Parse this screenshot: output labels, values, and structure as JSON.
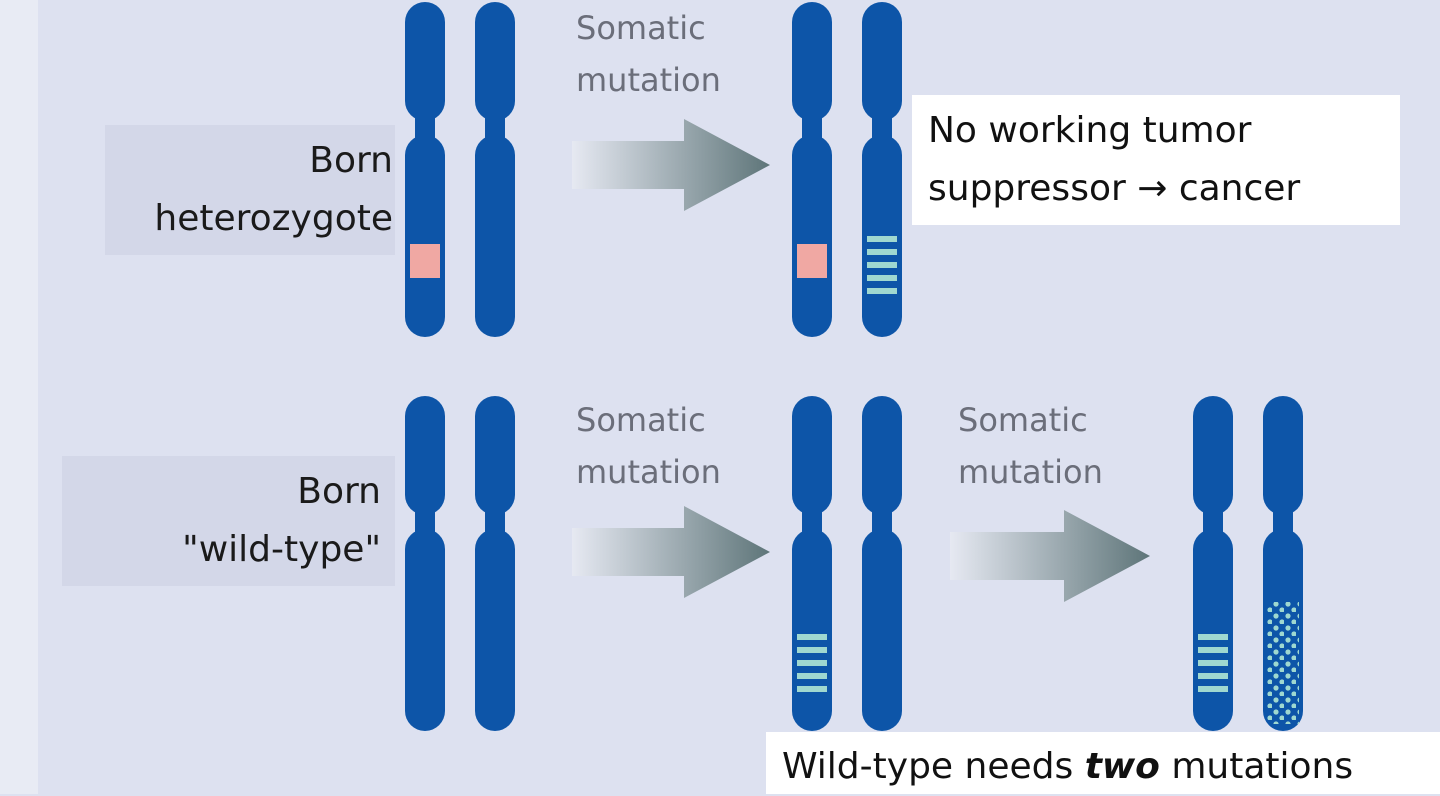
{
  "colors": {
    "background": "#dde1f0",
    "chromosome": "#0d55a8",
    "inherited_mutation": "#f0a8a3",
    "somatic_mutation_stripes": "#9fd8d0",
    "second_mutation_dots": "#9fd8d0",
    "arrow_start": "#e6e9f2",
    "arrow_end": "#5e7579",
    "label_box": "#d3d7e8",
    "note_box": "#ffffff"
  },
  "rows": [
    {
      "label_line1": "Born",
      "label_line2": "heterozygote",
      "steps": [
        {
          "arrow_line1": "Somatic",
          "arrow_line2": "mutation"
        }
      ],
      "note_line1": "No working tumor",
      "note_line2": "suppressor → cancer"
    },
    {
      "label_line1": "Born",
      "label_line2": "\"wild-type\"",
      "steps": [
        {
          "arrow_line1": "Somatic",
          "arrow_line2": "mutation"
        },
        {
          "arrow_line1": "Somatic",
          "arrow_line2": "mutation"
        }
      ]
    }
  ],
  "footer_note": {
    "before": "Wild-type needs ",
    "emphasis": "two",
    "after": " mutations"
  }
}
